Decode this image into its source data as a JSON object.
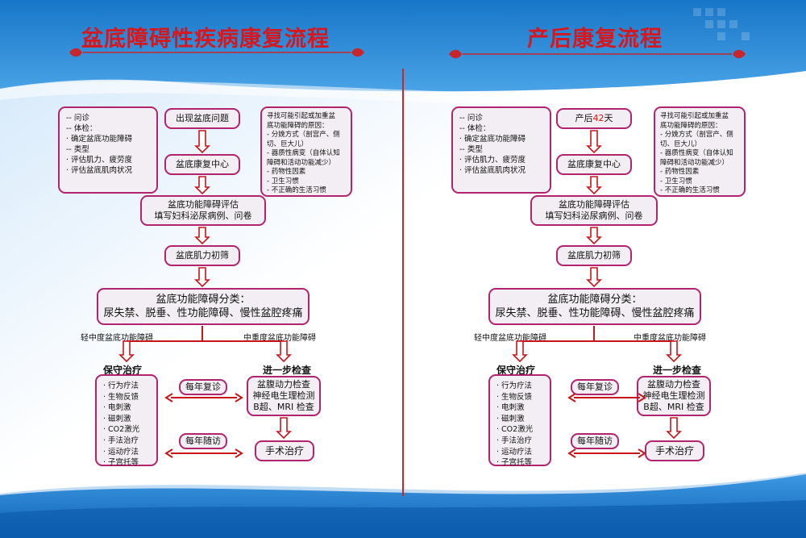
{
  "colors": {
    "title": "#d6181e",
    "box_border": "#b3246f",
    "box_fill": "#f3eef3",
    "arrow": "#c8151b",
    "bg_blue": "#2a86d6"
  },
  "left": {
    "title": "盆底障碍性疾病康复流程",
    "start": "出现盆底问题",
    "center": "盆底康复中心",
    "assess_1": "盆底功能障碍评估",
    "assess_2": "填写妇科泌尿病例、问卷",
    "screen": "盆底肌力初筛",
    "classify_1": "盆底功能障碍分类：",
    "classify_2": "尿失禁、脱垂、性功能障碍、慢性盆腔疼痛",
    "branch_mild": "轻中度盆底功能障碍",
    "branch_severe": "中重度盆底功能障碍",
    "conservative": "保守治疗",
    "further": "进一步检查",
    "yearly_review": "每年复诊",
    "yearly_followup": "每年随访",
    "exam": [
      "盆腹动力检查",
      "神经电生理检测",
      "B超、MRI  检查"
    ],
    "surgery": "手术治疗",
    "left_notes": [
      "-- 问诊",
      "-- 体检：",
      "  · 确定盆底功能障碍",
      "-- 类型",
      "  · 评估肌力、疲劳度",
      "  · 评估盆底肌肉状况"
    ],
    "right_notes": [
      "寻找可能引起或加重盆",
      "底功能障碍的原因：",
      "- 分娩方式（剖宫产、侧",
      "  切、巨大儿）",
      "- 器质性病变（自体认知",
      "  障碍和活动功能减少）",
      "- 药物性因素",
      "- 卫生习惯",
      "- 不正确的生活习惯"
    ],
    "treatments": [
      "· 行为疗法",
      "· 生物反馈",
      "· 电刺激",
      "· 磁刺激",
      "· CO2激光",
      "· 手法治疗",
      "· 运动疗法",
      "· 子宫托等"
    ]
  },
  "right": {
    "title": "产后康复流程",
    "start_prefix": "产后",
    "start_days": "42",
    "start_suffix": "天",
    "center": "盆底康复中心",
    "assess_1": "盆底功能障碍评估",
    "assess_2": "填写妇科泌尿病例、问卷",
    "screen": "盆底肌力初筛",
    "classify_1": "盆底功能障碍分类：",
    "classify_2": "尿失禁、脱垂、性功能障碍、慢性盆腔疼痛",
    "branch_mild": "轻中度盆底功能障碍",
    "branch_severe": "中重度盆底功能障碍",
    "conservative": "保守治疗",
    "further": "进一步检查",
    "yearly_review": "每年复诊",
    "yearly_followup": "每年随访",
    "exam": [
      "盆腹动力检查",
      "神经电生理检测",
      "B超、MRI  检查"
    ],
    "surgery": "手术治疗",
    "left_notes": [
      "-- 问诊",
      "-- 体检：",
      "  · 确定盆底功能障碍",
      "-- 类型",
      "  · 评估肌力、疲劳度",
      "  · 评估盆底肌肉状况"
    ],
    "right_notes": [
      "寻找可能引起或加重盆",
      "底功能障碍的原因：",
      "- 分娩方式（剖宫产、侧",
      "  切、巨大儿）",
      "- 器质性病变（自体认知",
      "  障碍和活动功能减少）",
      "- 药物性因素",
      "- 卫生习惯",
      "- 不正确的生活习惯"
    ],
    "treatments": [
      "· 行为疗法",
      "· 生物反馈",
      "· 电刺激",
      "· 磁刺激",
      "· CO2激光",
      "· 手法治疗",
      "· 运动疗法",
      "· 子宫托等"
    ]
  }
}
